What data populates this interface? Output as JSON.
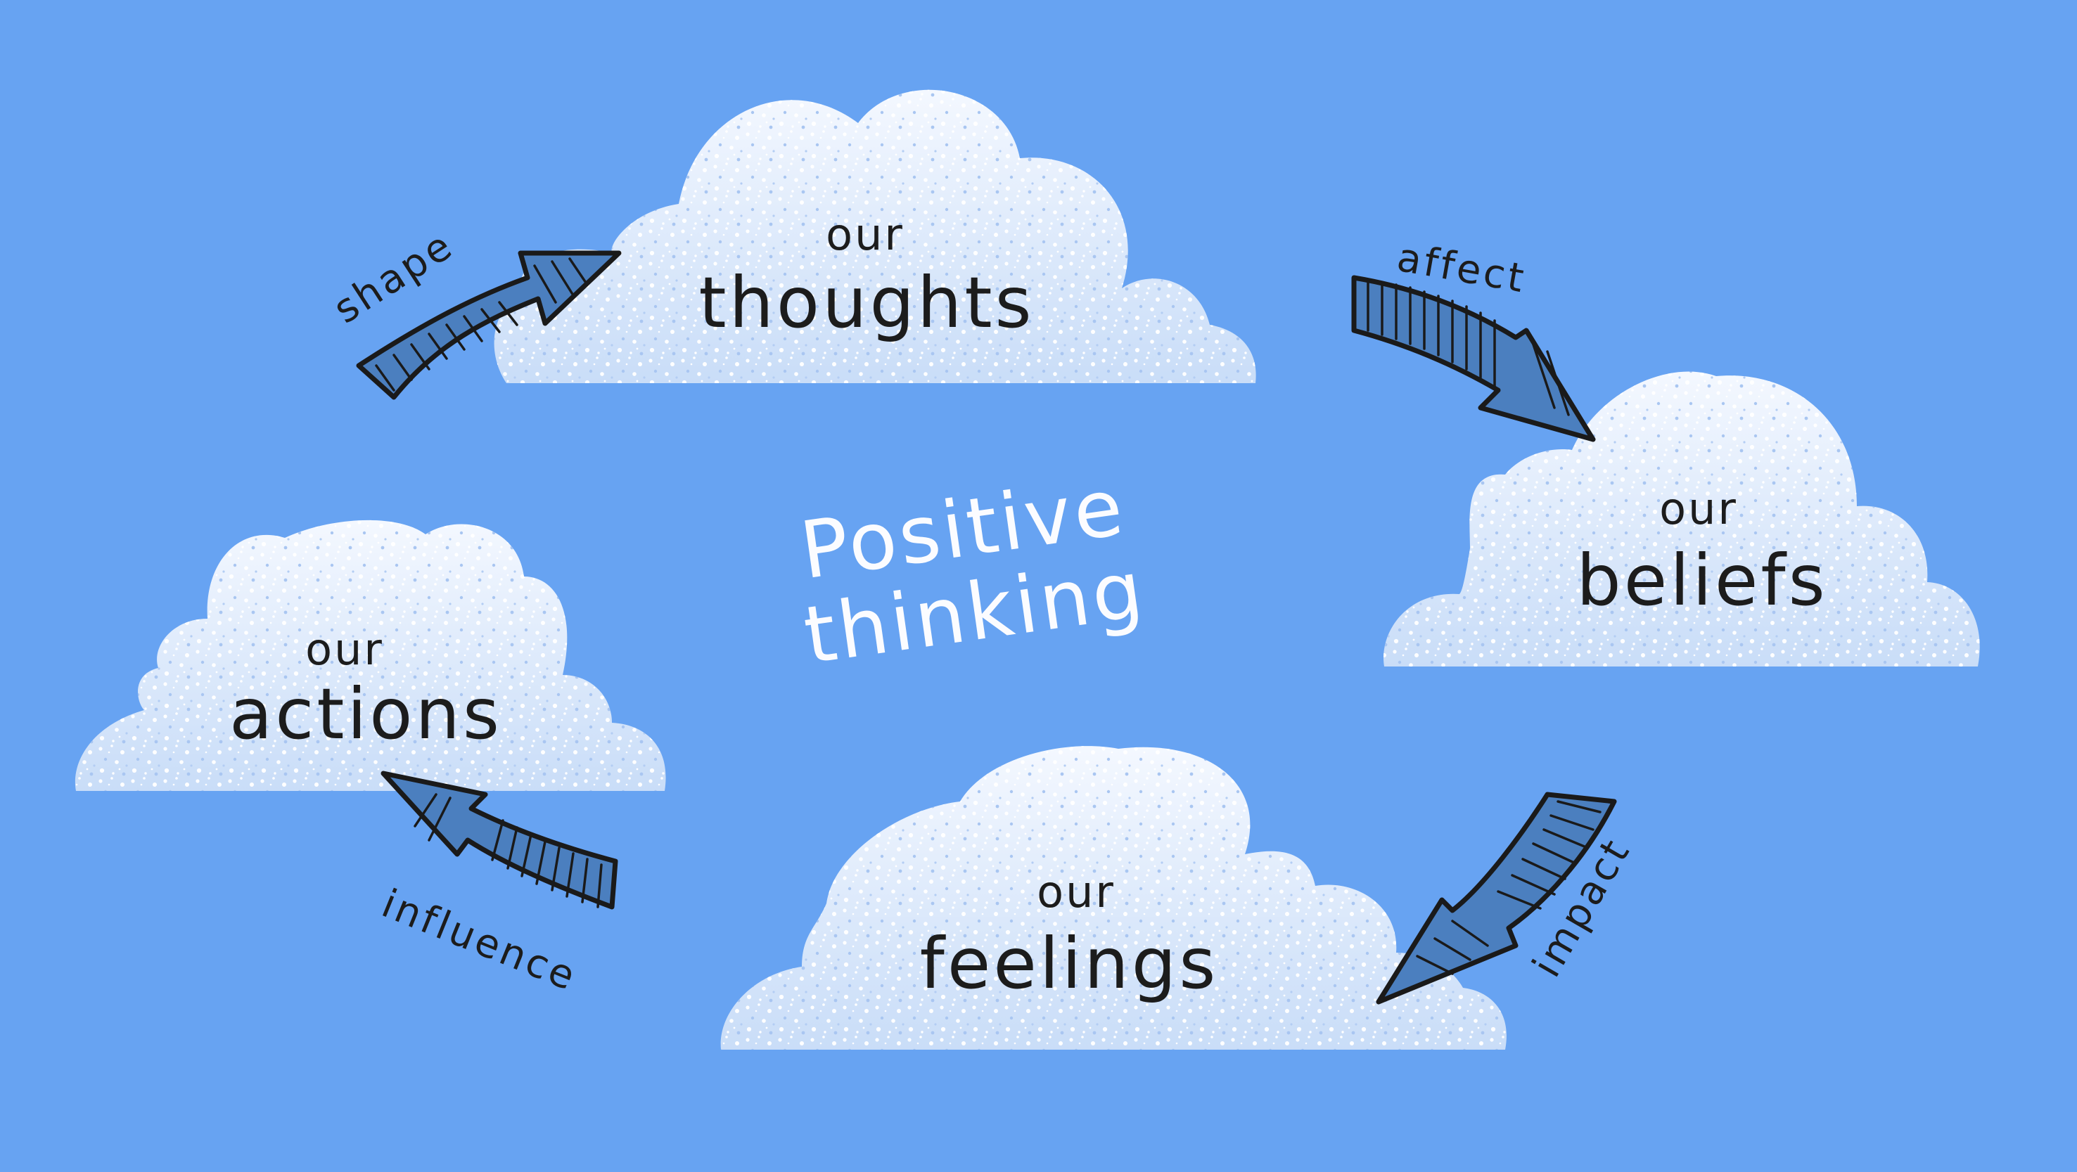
{
  "title": {
    "line1": "Positive",
    "line2": "thinking"
  },
  "clouds": {
    "thoughts": {
      "small": "our",
      "big": "thoughts"
    },
    "beliefs": {
      "small": "our",
      "big": "beliefs"
    },
    "feelings": {
      "small": "our",
      "big": "feelings"
    },
    "actions": {
      "small": "our",
      "big": "actions"
    }
  },
  "arrows": {
    "shape": "shape",
    "affect": "affect",
    "impact": "impact",
    "influence": "influence"
  },
  "colors": {
    "background": "#67a3f2",
    "cloud_light": "#ffffff",
    "cloud_shade": "#b9d3f7",
    "arrow_fill": "#4b7fbf",
    "ink": "#1c1c1c",
    "title": "#fbfcff"
  }
}
